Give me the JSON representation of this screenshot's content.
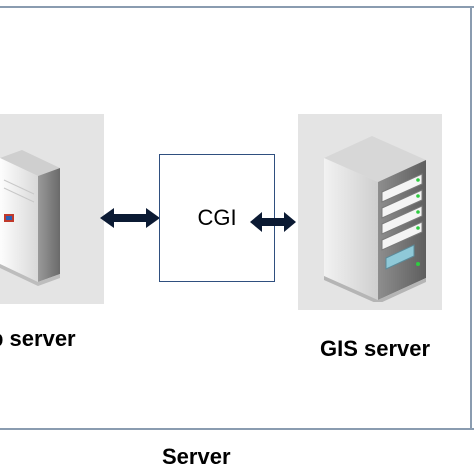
{
  "diagram": {
    "nodes": {
      "web_server": {
        "label": "b server",
        "icon": "web-server-icon"
      },
      "cgi": {
        "label": "CGI"
      },
      "gis_server": {
        "label": "GIS server",
        "icon": "tower-server-icon"
      }
    },
    "group_label": "Server",
    "edges": [
      {
        "from": "web_server",
        "to": "cgi",
        "type": "bidirectional"
      },
      {
        "from": "cgi",
        "to": "gis_server",
        "type": "bidirectional"
      }
    ]
  },
  "colors": {
    "frame": "#8a9cb0",
    "panel": "#e4e4e4",
    "box_border": "#2f4f7f",
    "arrow": "#0b1a33"
  }
}
